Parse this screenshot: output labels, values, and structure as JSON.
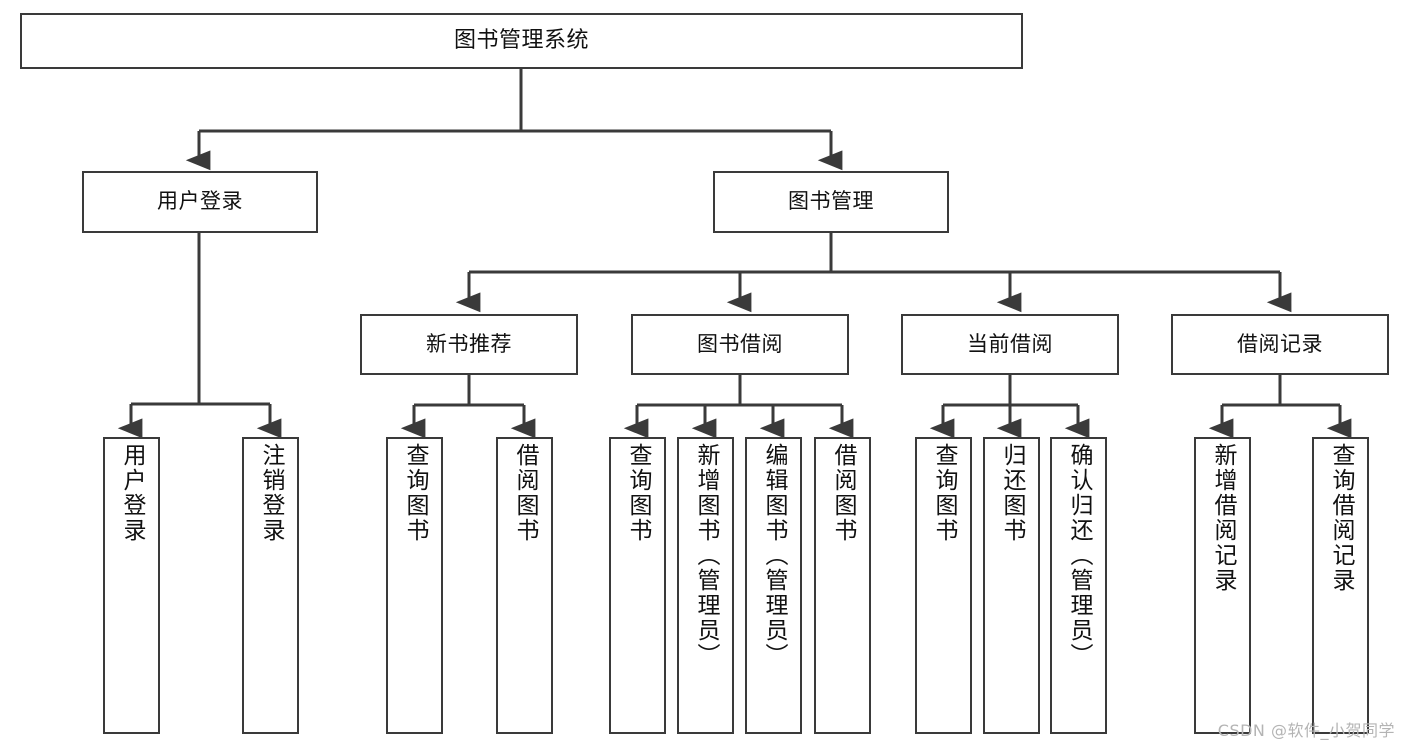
{
  "diagram": {
    "title": "图书管理系统",
    "type": "tree",
    "orientation": "top-down",
    "line_color": "#3a3a3a",
    "box_fill": "#ffffff",
    "text_color": "#111111"
  },
  "root": {
    "label": "图书管理系统"
  },
  "level1": [
    {
      "label": "用户登录"
    },
    {
      "label": "图书管理"
    }
  ],
  "level2": [
    {
      "label": "新书推荐"
    },
    {
      "label": "图书借阅"
    },
    {
      "label": "当前借阅"
    },
    {
      "label": "借阅记录"
    }
  ],
  "leaves": [
    {
      "label": "用户登录",
      "parent": "用户登录"
    },
    {
      "label": "注销登录",
      "parent": "用户登录"
    },
    {
      "label": "查询图书",
      "parent": "新书推荐"
    },
    {
      "label": "借阅图书",
      "parent": "新书推荐"
    },
    {
      "label": "查询图书",
      "parent": "图书借阅"
    },
    {
      "label": "新增图书（管理员）",
      "parent": "图书借阅"
    },
    {
      "label": "编辑图书（管理员）",
      "parent": "图书借阅"
    },
    {
      "label": "借阅图书",
      "parent": "图书借阅"
    },
    {
      "label": "查询图书",
      "parent": "当前借阅"
    },
    {
      "label": "归还图书",
      "parent": "当前借阅"
    },
    {
      "label": "确认归还（管理员）",
      "parent": "当前借阅"
    },
    {
      "label": "新增借阅记录",
      "parent": "借阅记录"
    },
    {
      "label": "查询借阅记录",
      "parent": "借阅记录"
    }
  ],
  "watermark": {
    "text": "CSDN @软件_小贺同学"
  }
}
